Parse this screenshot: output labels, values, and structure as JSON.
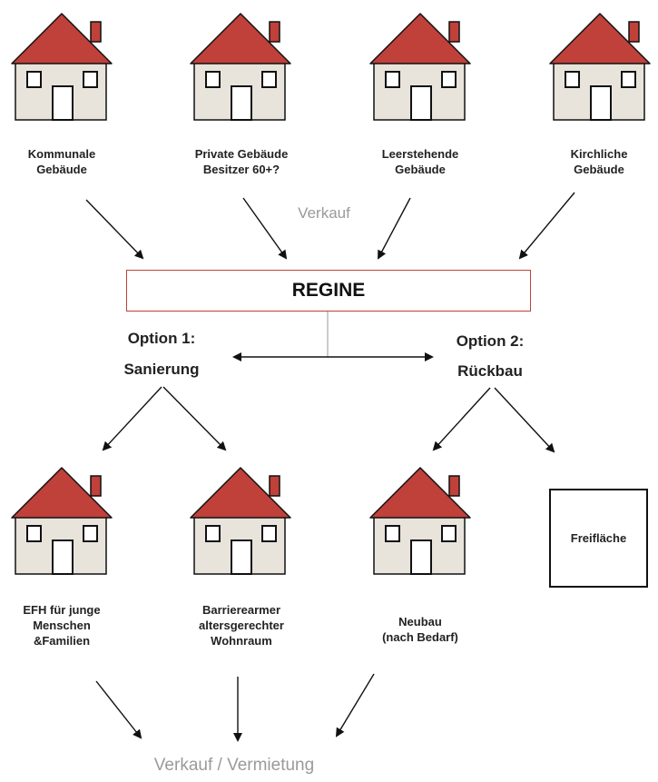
{
  "top_houses": [
    {
      "label": "Kommunale\nGebäude"
    },
    {
      "label": "Private  Gebäude\nBesitzer 60+?"
    },
    {
      "label": "Leerstehende\nGebäude"
    },
    {
      "label": "Kirchliche\nGebäude"
    }
  ],
  "verkauf_label": "Verkauf",
  "center_box": "REGINE",
  "option1": {
    "title": "Option 1:",
    "subtitle": "Sanierung"
  },
  "option2": {
    "title": "Option 2:",
    "subtitle": "Rückbau"
  },
  "bottom_items": [
    {
      "label": "EFH für junge\nMenschen\n&Familien"
    },
    {
      "label": "Barrierearmer\naltersgerechter\nWohnraum"
    },
    {
      "label": "Neubau\n(nach Bedarf)"
    },
    {
      "label": "Freifläche"
    }
  ],
  "bottom_label": "Verkauf / Vermietung",
  "colors": {
    "roof": "#c0403a",
    "house_body": "#e8e3db",
    "outline": "#111111",
    "box_border": "#c0403a",
    "muted_text": "#9a9a9a"
  },
  "icons": [
    "house-icon",
    "arrow-icon"
  ]
}
